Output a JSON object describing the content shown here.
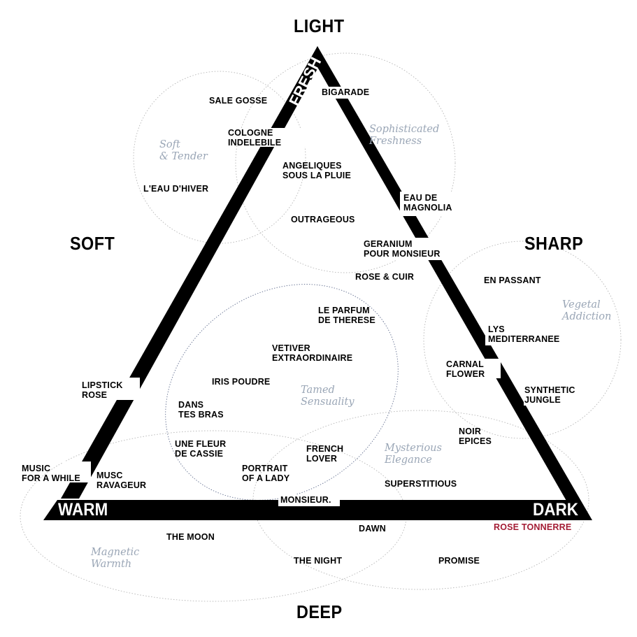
{
  "axes": {
    "top": "LIGHT",
    "bottom": "DEEP",
    "left": "SOFT",
    "right": "SHARP",
    "corner_left": "WARM",
    "corner_right": "DARK",
    "edge_top": "FRESH"
  },
  "families": {
    "soft_tender": "Soft\n& Tender",
    "sophisticated_freshness": "Sophisticated\nFreshness",
    "vegetal_addiction": "Vegetal\nAddiction",
    "tamed_sensuality": "Tamed\nSensuality",
    "mysterious_elegance": "Mysterious\nElegance",
    "magnetic_warmth": "Magnetic\nWarmth"
  },
  "perfumes": {
    "sale_gosse": "SALE GOSSE",
    "bigarade": "BIGARADE",
    "cologne_indelebile": "COLOGNE\nINDELEBILE",
    "angeliques": "ANGELIQUES\nSOUS LA PLUIE",
    "leau_dhiver": "L'EAU D'HIVER",
    "eau_de_magnolia": "EAU DE\nMAGNOLIA",
    "outrageous": "OUTRAGEOUS",
    "geranium": "GERANIUM\nPOUR MONSIEUR",
    "rose_cuir": "ROSE & CUIR",
    "en_passant": "EN PASSANT",
    "le_parfum_de_therese": "LE PARFUM\nDE THERESE",
    "lys_mediterranee": "LYS\nMEDITERRANEE",
    "vetiver": "VETIVER\nEXTRAORDINAIRE",
    "carnal_flower": "CARNAL\nFLOWER",
    "iris_poudre": "IRIS POUDRE",
    "lipstick_rose": "LIPSTICK\nROSE",
    "synthetic_jungle": "SYNTHETIC\nJUNGLE",
    "dans_tes_bras": "DANS\nTES BRAS",
    "noir_epices": "NOIR\nEPICES",
    "une_fleur_de_cassie": "UNE FLEUR\nDE CASSIE",
    "french_lover": "FRENCH\nLOVER",
    "music_for_a_while": "MUSIC\nFOR A WHILE",
    "musc_ravageur": "MUSC\nRAVAGEUR",
    "portrait_of_a_lady": "PORTRAIT\nOF A LADY",
    "superstitious": "SUPERSTITIOUS",
    "monsieur": "MONSIEUR.",
    "dawn": "DAWN",
    "rose_tonnerre": "ROSE TONNERRE",
    "the_moon": "THE MOON",
    "the_night": "THE NIGHT",
    "promise": "PROMISE"
  },
  "colors": {
    "triangle": "#000000",
    "family_label": "#9aa6b6",
    "highlight": "#a31c34",
    "circle_outline": "#b8b8b8",
    "ellipse_outline": "#5d6a8c"
  }
}
